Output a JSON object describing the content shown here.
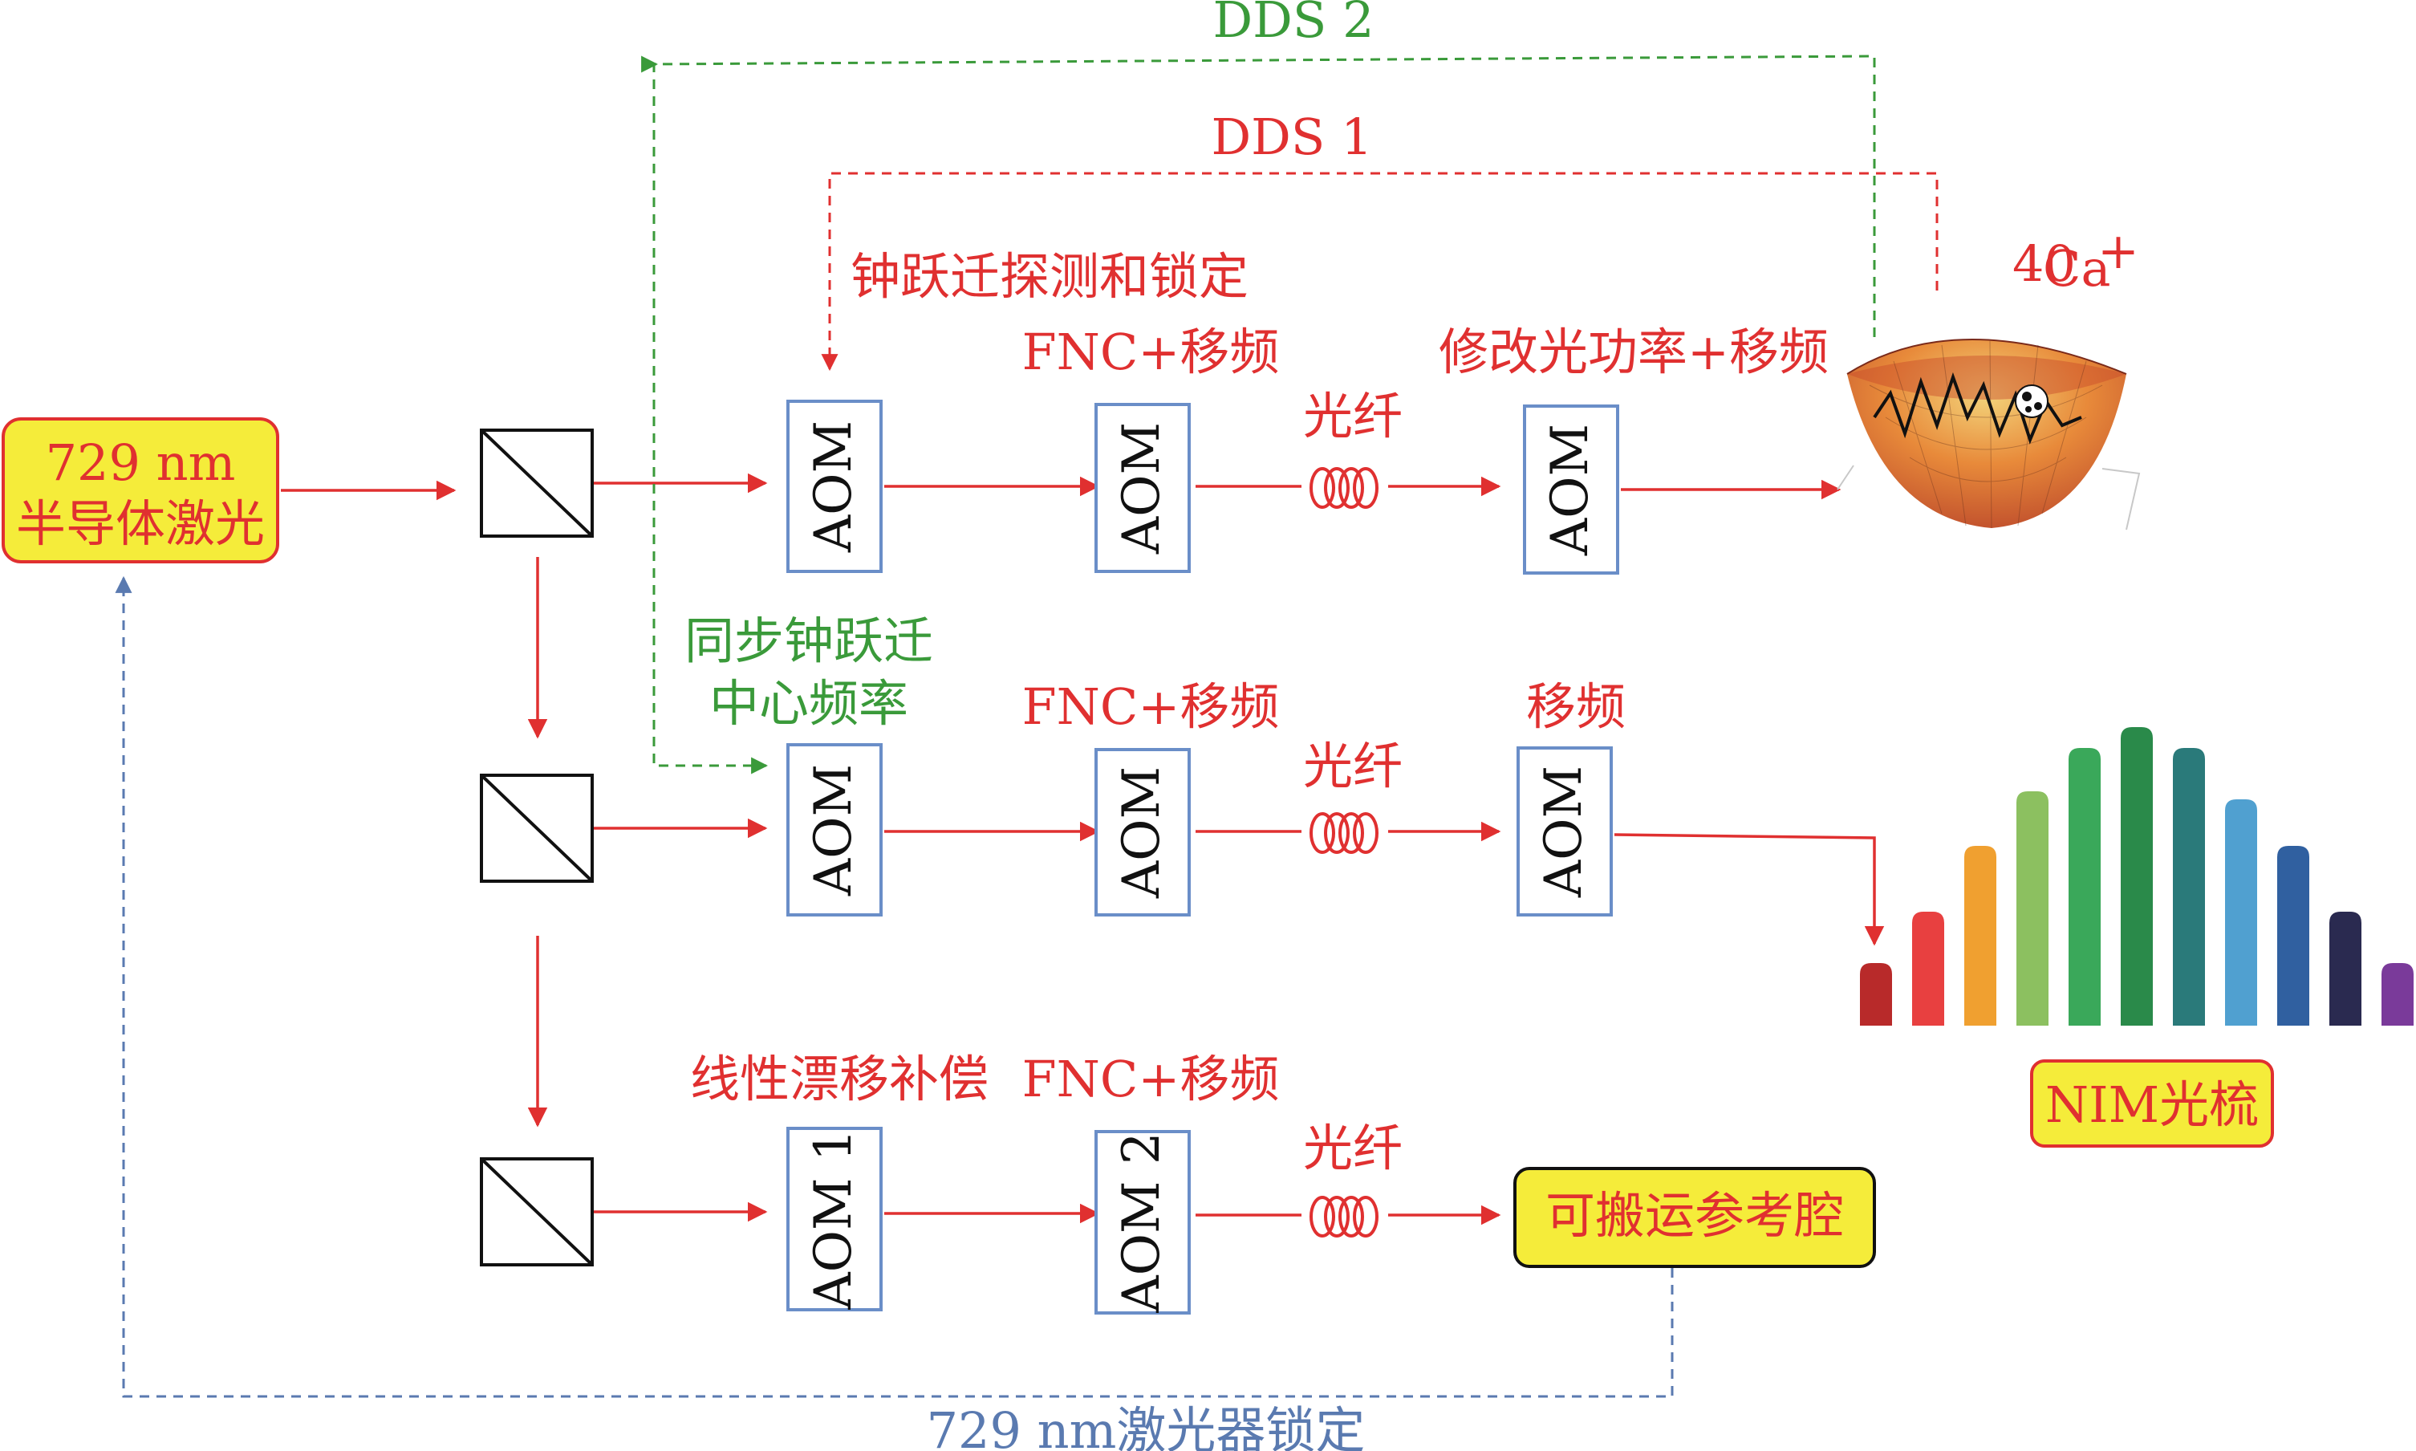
{
  "source": {
    "line1": "729 nm",
    "line2": "半导体激光"
  },
  "aom": "AOM",
  "aom1": "AOM 1",
  "aom2": "AOM 2",
  "labels": {
    "dds1": "DDS 1",
    "dds2": "DDS 2",
    "clock_detect": "钟跃迁探测和锁定",
    "fnc_shift": "FNC+移频",
    "fiber": "光纤",
    "power_shift": "修改光功率+移频",
    "sync_line1": "同步钟跃迁",
    "sync_line2": "中心频率",
    "shift": "移频",
    "drift_comp": "线性漂移补偿",
    "ion_sup": "40",
    "ion_main": "Ca",
    "ion_charge": "+",
    "laser_lock": "729 nm激光器锁定"
  },
  "cavity": "可搬运参考腔",
  "comb": "NIM光梳",
  "colors": {
    "beam": "#e03030",
    "dds2_line": "#3a9a3a",
    "lock_line": "#5a7ab0",
    "box_yellow": "#f5ec3a",
    "box_border_red": "#e03030",
    "aom_border": "#6a8ec8"
  },
  "comb_colors": [
    "#b82a2a",
    "#e84040",
    "#f0a030",
    "#8cc060",
    "#3aa85a",
    "#2a8a4a",
    "#2a7a7a",
    "#50a0d0",
    "#3060a0",
    "#2a2a50",
    "#7a3a9a"
  ]
}
